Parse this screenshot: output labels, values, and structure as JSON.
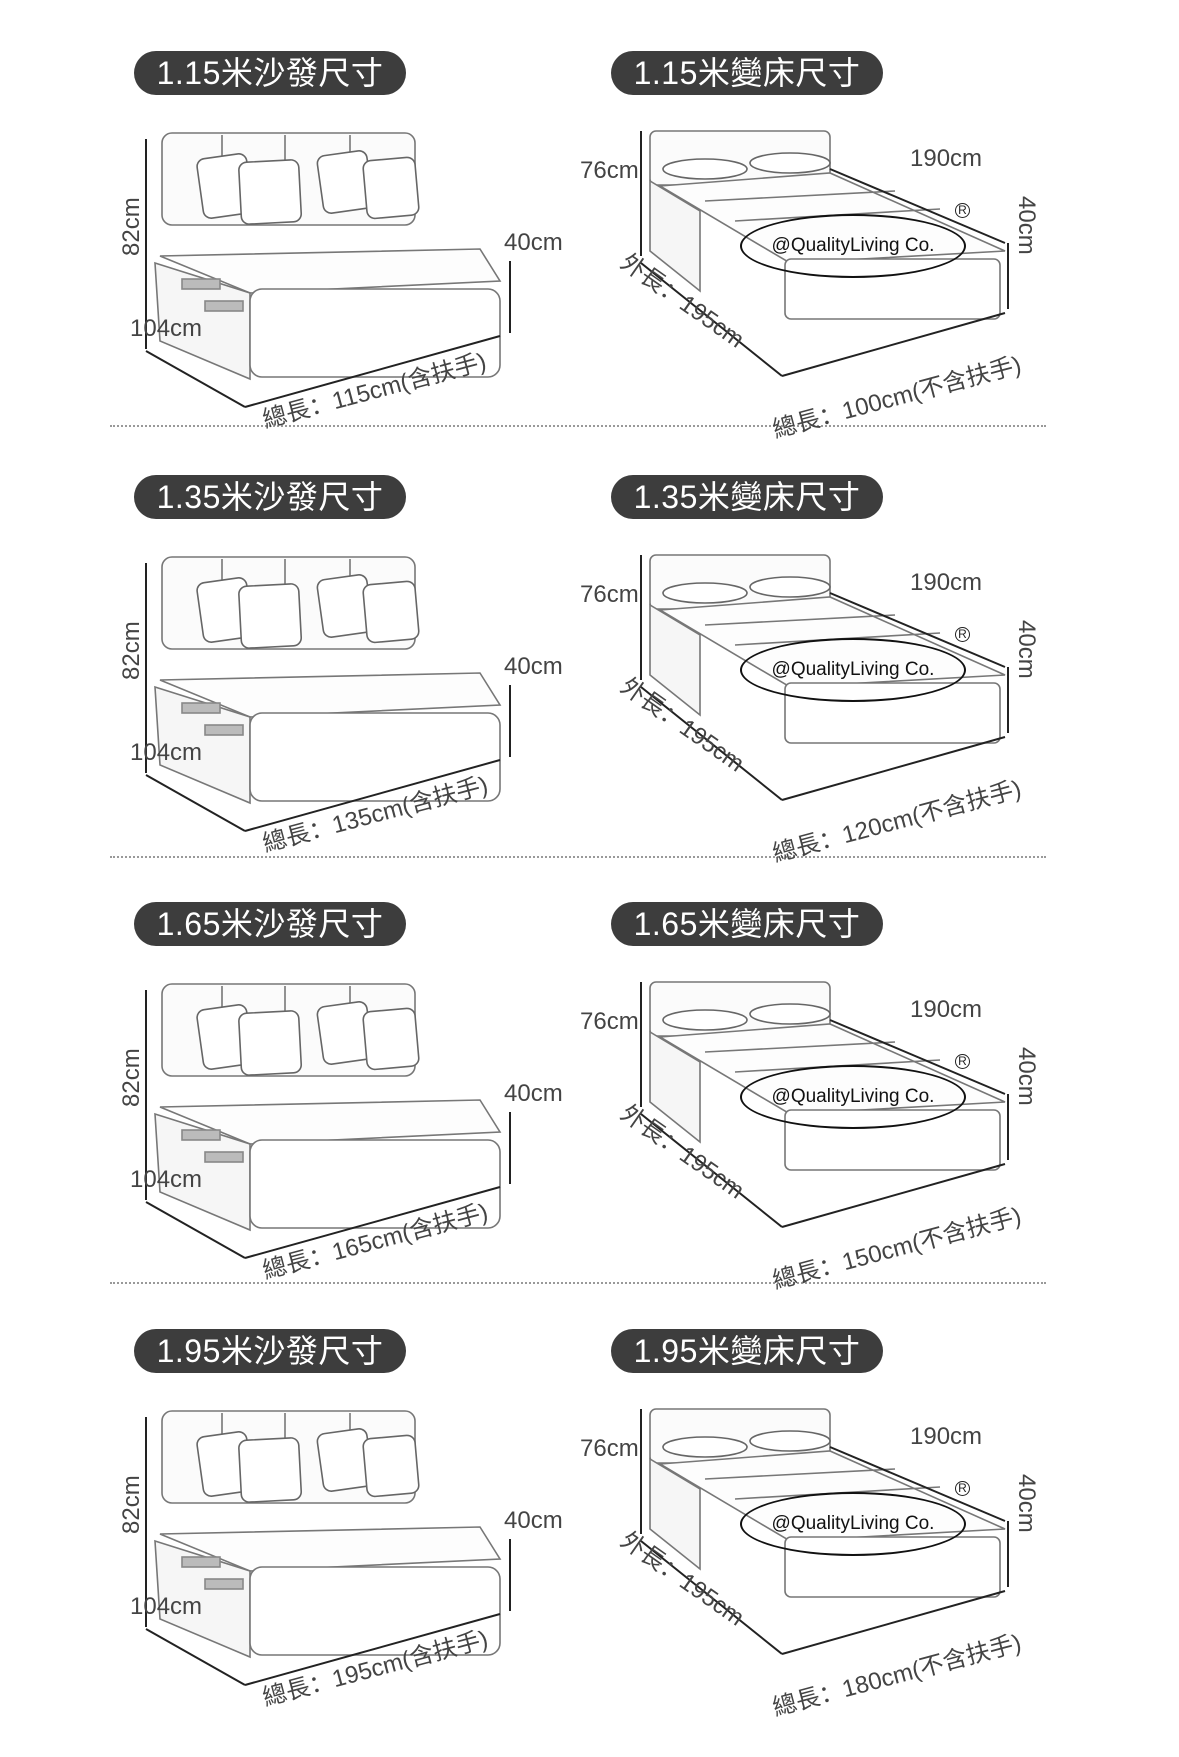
{
  "sections": [
    {
      "sofa_title": "1.15米沙發尺寸",
      "bed_title": "1.15米變床尺寸",
      "sofa_height": "82cm",
      "sofa_depth": "104cm",
      "seat_height": "40cm",
      "sofa_length": "總長：115cm(含扶手)",
      "bed_back_height": "76cm",
      "bed_length": "190cm",
      "bed_height": "40cm",
      "bed_outer_length": "外長：195cm",
      "bed_width": "總長：100cm(不含扶手)",
      "watermark": "@QualityLiving Co."
    },
    {
      "sofa_title": "1.35米沙發尺寸",
      "bed_title": "1.35米變床尺寸",
      "sofa_height": "82cm",
      "sofa_depth": "104cm",
      "seat_height": "40cm",
      "sofa_length": "總長：135cm(含扶手)",
      "bed_back_height": "76cm",
      "bed_length": "190cm",
      "bed_height": "40cm",
      "bed_outer_length": "外長：195cm",
      "bed_width": "總長：120cm(不含扶手)",
      "watermark": "@QualityLiving Co."
    },
    {
      "sofa_title": "1.65米沙發尺寸",
      "bed_title": "1.65米變床尺寸",
      "sofa_height": "82cm",
      "sofa_depth": "104cm",
      "seat_height": "40cm",
      "sofa_length": "總長：165cm(含扶手)",
      "bed_back_height": "76cm",
      "bed_length": "190cm",
      "bed_height": "40cm",
      "bed_outer_length": "外長：195cm",
      "bed_width": "總長：150cm(不含扶手)",
      "watermark": "@QualityLiving Co."
    },
    {
      "sofa_title": "1.95米沙發尺寸",
      "bed_title": "1.95米變床尺寸",
      "sofa_height": "82cm",
      "sofa_depth": "104cm",
      "seat_height": "40cm",
      "sofa_length": "總長：195cm(含扶手)",
      "bed_back_height": "76cm",
      "bed_length": "190cm",
      "bed_height": "40cm",
      "bed_outer_length": "外長：195cm",
      "bed_width": "總長：180cm(不含扶手)",
      "watermark": "@QualityLiving Co."
    }
  ],
  "registered_mark": "R"
}
